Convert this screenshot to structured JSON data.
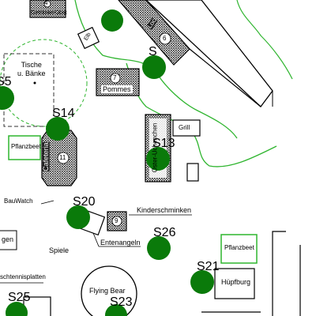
{
  "colors": {
    "marker": "#0a7a0a",
    "path_green": "#2fb52f",
    "hatch": "#222222"
  },
  "stations": [
    {
      "id": "s-top",
      "label": ""
    },
    {
      "id": "s-upper",
      "label": "S"
    },
    {
      "id": "s5",
      "label": "S5"
    },
    {
      "id": "s14",
      "label": "S14"
    },
    {
      "id": "s13",
      "label": "S13"
    },
    {
      "id": "s20",
      "label": "S20"
    },
    {
      "id": "s26",
      "label": "S26"
    },
    {
      "id": "s21",
      "label": "S21"
    },
    {
      "id": "s25",
      "label": "S25"
    },
    {
      "id": "s23",
      "label": "S23"
    }
  ],
  "buildings": {
    "stand4_number": "4",
    "stand4_label": "Getränke/Obst",
    "elb": "Elb",
    "diagonal_label": "Loc",
    "diagonal_number": "6",
    "tables_label": "Tische\nu. Bänke",
    "stand7_number": "7",
    "stand7_label": "Pommes",
    "grill": "Grill",
    "pflanzbeet_left": "Pflanzbeet",
    "cafeteria_label": "Cafeteria",
    "cafeteria_number": "11",
    "vertical_label": "Oster-Uchenchen",
    "bauwatch": "BauWatch",
    "kinderschminken": "Kinderschminken",
    "stand9_number": "9",
    "entenangeln": "Entenangeln",
    "spiele": "Spiele",
    "left_partial": "gen",
    "pflanzbeet_right": "Pflanzbeet",
    "huepfburg": "Hüpfburg",
    "flying_bear": "Flying Bear",
    "tischtennis": "schtennisplatten"
  }
}
